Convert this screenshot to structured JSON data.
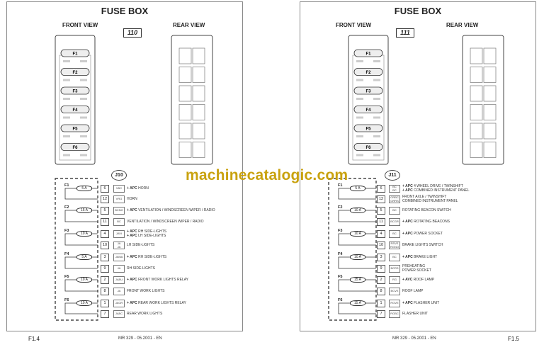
{
  "pages": [
    {
      "title": "FUSE BOX",
      "front_view": "FRONT VIEW",
      "rear_view": "REAR VIEW",
      "box_number": "110",
      "connector": "J10",
      "page_number": "F1.4",
      "footer": "MR 329 - 05.2001 - EN",
      "fuses": [
        {
          "label": "F1",
          "rating": "5 A",
          "rows": [
            {
              "pin": "6",
              "code": [
                "VBC"
              ],
              "prefix": "+ APC",
              "text": [
                "HORN"
              ]
            },
            {
              "pin": "12",
              "code": [
                "VRG"
              ],
              "prefix": "",
              "text": [
                "HORN"
              ]
            }
          ]
        },
        {
          "label": "F2",
          "rating": "15 A",
          "rows": [
            {
              "pin": "5",
              "code": [
                "BCNO"
              ],
              "prefix": "+ APC",
              "text": [
                "VENTILATION / WINDSCREEN WIPER / RADIO"
              ]
            },
            {
              "pin": "11",
              "code": [
                "BC"
              ],
              "prefix": "",
              "text": [
                "VENTILATION / WINDSCREEN WIPER / RADIO"
              ]
            }
          ]
        },
        {
          "label": "F3",
          "rating": "10 A",
          "rows": [
            {
              "pin": "4",
              "code": [
                "JAVI"
              ],
              "prefix": "+ APC",
              "text": [
                "RH SIDE-LIGHTS",
                "LH SIDE-LIGHTS"
              ],
              "prefix2": "+ APC"
            },
            {
              "pin": "10",
              "code": [
                "JA",
                "JA"
              ],
              "prefix": "",
              "text": [
                "LH SIDE-LIGHTS"
              ]
            }
          ]
        },
        {
          "label": "F4",
          "rating": "5 A",
          "rows": [
            {
              "pin": "3",
              "code": [
                "JAMA"
              ],
              "prefix": "+ APC",
              "text": [
                "RH SIDE-LIGHTS"
              ]
            },
            {
              "pin": "9",
              "code": [
                "JA"
              ],
              "prefix": "",
              "text": [
                "RH SIDE-LIGHTS"
              ]
            }
          ]
        },
        {
          "label": "F5",
          "rating": "10 A",
          "rows": [
            {
              "pin": "2",
              "code": [
                "JABU"
              ],
              "prefix": "+ APC",
              "text": [
                "FRONT WORK LIGHTS RELAY"
              ]
            },
            {
              "pin": "8",
              "code": [
                "JA"
              ],
              "prefix": "",
              "text": [
                "FRONT WORK LIGHTS"
              ]
            }
          ]
        },
        {
          "label": "F6",
          "rating": "10 A",
          "rows": [
            {
              "pin": "1",
              "code": [
                "JAGR"
              ],
              "prefix": "+ APC",
              "text": [
                "REAR WORK LIGHTS RELAY"
              ]
            },
            {
              "pin": "7",
              "code": [
                "JABC"
              ],
              "prefix": "",
              "text": [
                "REAR WORK LIGHTS"
              ]
            }
          ]
        }
      ]
    },
    {
      "title": "FUSE BOX",
      "front_view": "FRONT VIEW",
      "rear_view": "REAR VIEW",
      "box_number": "111",
      "connector": "J11",
      "page_number": "F1.5",
      "footer": "MR 329 - 05.2001 - EN",
      "fuses": [
        {
          "label": "F1",
          "rating": "5 A",
          "rows": [
            {
              "pin": "6",
              "code": [
                "BC",
                "BC"
              ],
              "prefix": "+ APC",
              "text": [
                "4 WHEEL DRIVE / TWINSHIFT",
                "COMBINED INSTRUMENT PANEL"
              ],
              "prefix2": "+ APC"
            },
            {
              "pin": "12",
              "code": [
                "GRBC",
                "GRRS"
              ],
              "prefix": "",
              "text": [
                "FRONT AXLE / TWINSHIFT",
                "COMBINED INSTRUMENT PANEL"
              ]
            }
          ]
        },
        {
          "label": "F2",
          "rating": "10 A",
          "rows": [
            {
              "pin": "5",
              "code": [
                "BC"
              ],
              "prefix": "",
              "text": [
                "ROTATING BEACON SWITCH"
              ]
            },
            {
              "pin": "11",
              "code": [
                "BCGR"
              ],
              "prefix": "+ APC",
              "text": [
                "ROTATING BEACONS"
              ]
            }
          ]
        },
        {
          "label": "F3",
          "rating": "10 A",
          "rows": [
            {
              "pin": "4",
              "code": [
                "BC"
              ],
              "prefix": "+ APC",
              "text": [
                "POWER SOCKET"
              ]
            },
            {
              "pin": "10",
              "code": [
                "RSVE",
                "RGNO"
              ],
              "prefix": "",
              "text": [
                "BRAKE LIGHTS SWITCH"
              ]
            }
          ]
        },
        {
          "label": "F4",
          "rating": "10 A",
          "rows": [
            {
              "pin": "3",
              "code": [
                "BC"
              ],
              "prefix": "+ APC",
              "text": [
                "BRAKE LIGHT"
              ]
            },
            {
              "pin": "9",
              "code": [
                "BCRS"
              ],
              "prefix": "",
              "text": [
                "PREHEATING",
                "POWER SOCKET"
              ]
            }
          ]
        },
        {
          "label": "F5",
          "rating": "15 A",
          "rows": [
            {
              "pin": "2",
              "code": [
                "RG"
              ],
              "prefix": "+ AVC",
              "text": [
                "ROOF LAMP"
              ]
            },
            {
              "pin": "8",
              "code": [
                "BCVE"
              ],
              "prefix": "",
              "text": [
                "ROOF LAMP"
              ]
            }
          ]
        },
        {
          "label": "F6",
          "rating": "15 A",
          "rows": [
            {
              "pin": "1",
              "code": [
                "RGVE"
              ],
              "prefix": "+ APC",
              "text": [
                "FLASHER UNIT"
              ]
            },
            {
              "pin": "7",
              "code": [
                "RGBC"
              ],
              "prefix": "",
              "text": [
                "FLASHER UNIT"
              ]
            }
          ]
        }
      ]
    }
  ],
  "watermark": "machinecatalogic.com"
}
